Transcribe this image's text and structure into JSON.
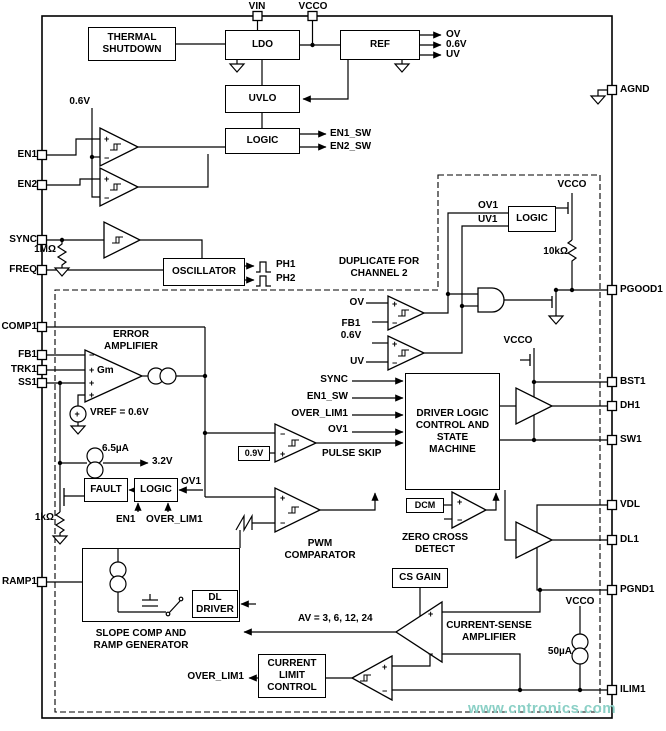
{
  "watermark": {
    "text": "www.cntronics.com",
    "color": "#8BD0C6"
  },
  "signs": {
    "plus": "+",
    "minus": "−"
  },
  "pins": {
    "top": [
      "VIN",
      "VCCO"
    ],
    "left": [
      "EN1",
      "EN2",
      "SYNC",
      "FREQ",
      "COMP1",
      "FB1",
      "TRK1",
      "SS1",
      "RAMP1"
    ],
    "right": [
      "AGND",
      "PGOOD1",
      "BST1",
      "DH1",
      "SW1",
      "VDL",
      "DL1",
      "PGND1",
      "ILIM1"
    ]
  },
  "blocks": {
    "thermal_shutdown": "THERMAL\nSHUTDOWN",
    "ldo": "LDO",
    "ref": "REF",
    "uvlo": "UVLO",
    "logic_en": "LOGIC",
    "oscillator": "OSCILLATOR",
    "logic_pgood": "LOGIC",
    "v09": "0.9V",
    "fault": "FAULT",
    "logic_fault": "LOGIC",
    "driver_logic": "DRIVER LOGIC\nCONTROL AND\nSTATE\nMACHINE",
    "dcm": "DCM",
    "cs_gain": "CS GAIN",
    "dl_driver": "DL\nDRIVER",
    "current_limit": "CURRENT\nLIMIT\nCONTROL"
  },
  "labels": {
    "ref_ov": "OV",
    "ref_06": "0.6V",
    "ref_uv": "UV",
    "en_ref": "0.6V",
    "en1_sw": "EN1_SW",
    "en2_sw": "EN2_SW",
    "r1m": "1MΩ",
    "ph1": "PH1",
    "ph2": "PH2",
    "duplicate": "DUPLICATE FOR\nCHANNEL 2",
    "vcco_pgood": "VCCO",
    "ov1_logic": "OV1",
    "uv1_logic": "UV1",
    "r10k": "10kΩ",
    "ov_cmp": "OV",
    "fb1_ref": "FB1\n0.6V",
    "uv_cmp": "UV",
    "error_amp": "ERROR\nAMPLIFIER",
    "gm": "Gm",
    "vref": "VREF = 0.6V",
    "i65": "6.5µA",
    "v32": "3.2V",
    "ov1_fault": "OV1",
    "r1k": "1kΩ",
    "en1_fault": "EN1",
    "overlim_fault": "OVER_LIM1",
    "sync_in": "SYNC",
    "en1sw_in": "EN1_SW",
    "overlim_in": "OVER_LIM1",
    "ov1_in": "OV1",
    "pulse_skip": "PULSE SKIP",
    "pwm": "PWM\nCOMPARATOR",
    "vcco_bst": "VCCO",
    "zero_cross": "ZERO CROSS\nDETECT",
    "av": "AV = 3, 6, 12, 24",
    "cs_amp": "CURRENT-SENSE\nAMPLIFIER",
    "slope": "SLOPE COMP AND\nRAMP GENERATOR",
    "overlim_out": "OVER_LIM1",
    "vcco_ilim": "VCCO",
    "i50": "50µA"
  }
}
